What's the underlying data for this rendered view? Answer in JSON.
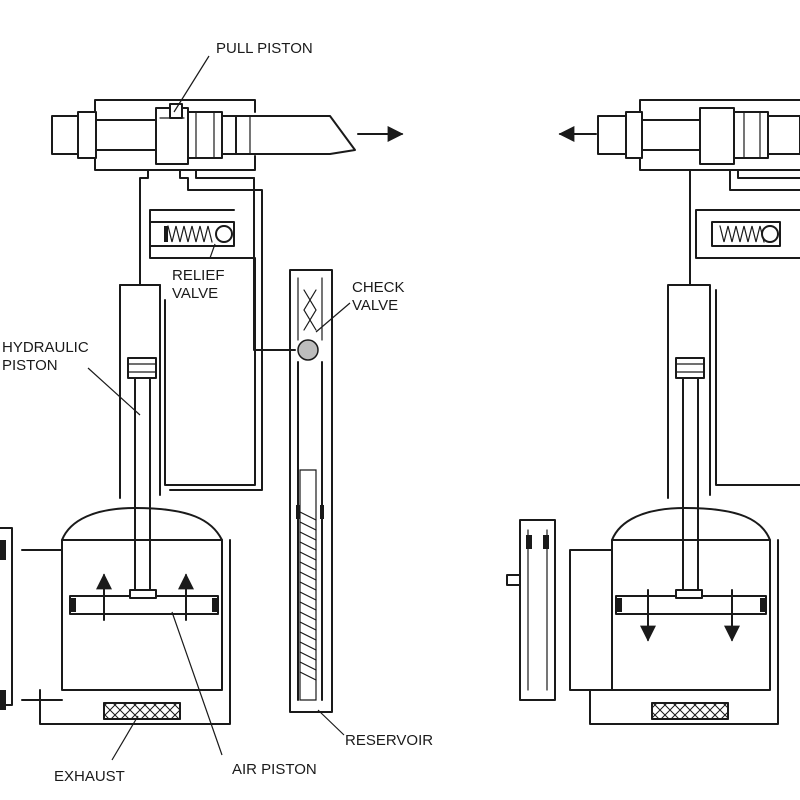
{
  "labels": {
    "pull_piston": "PULL PISTON",
    "relief_valve_1": "RELIEF",
    "relief_valve_2": "VALVE",
    "check_valve_1": "CHECK",
    "check_valve_2": "VALVE",
    "hydraulic_piston_1": "HYDRAULIC",
    "hydraulic_piston_2": "PISTON",
    "reservoir": "RESERVOIR",
    "exhaust": "EXHAUST",
    "air_piston": "AIR PISTON"
  }
}
